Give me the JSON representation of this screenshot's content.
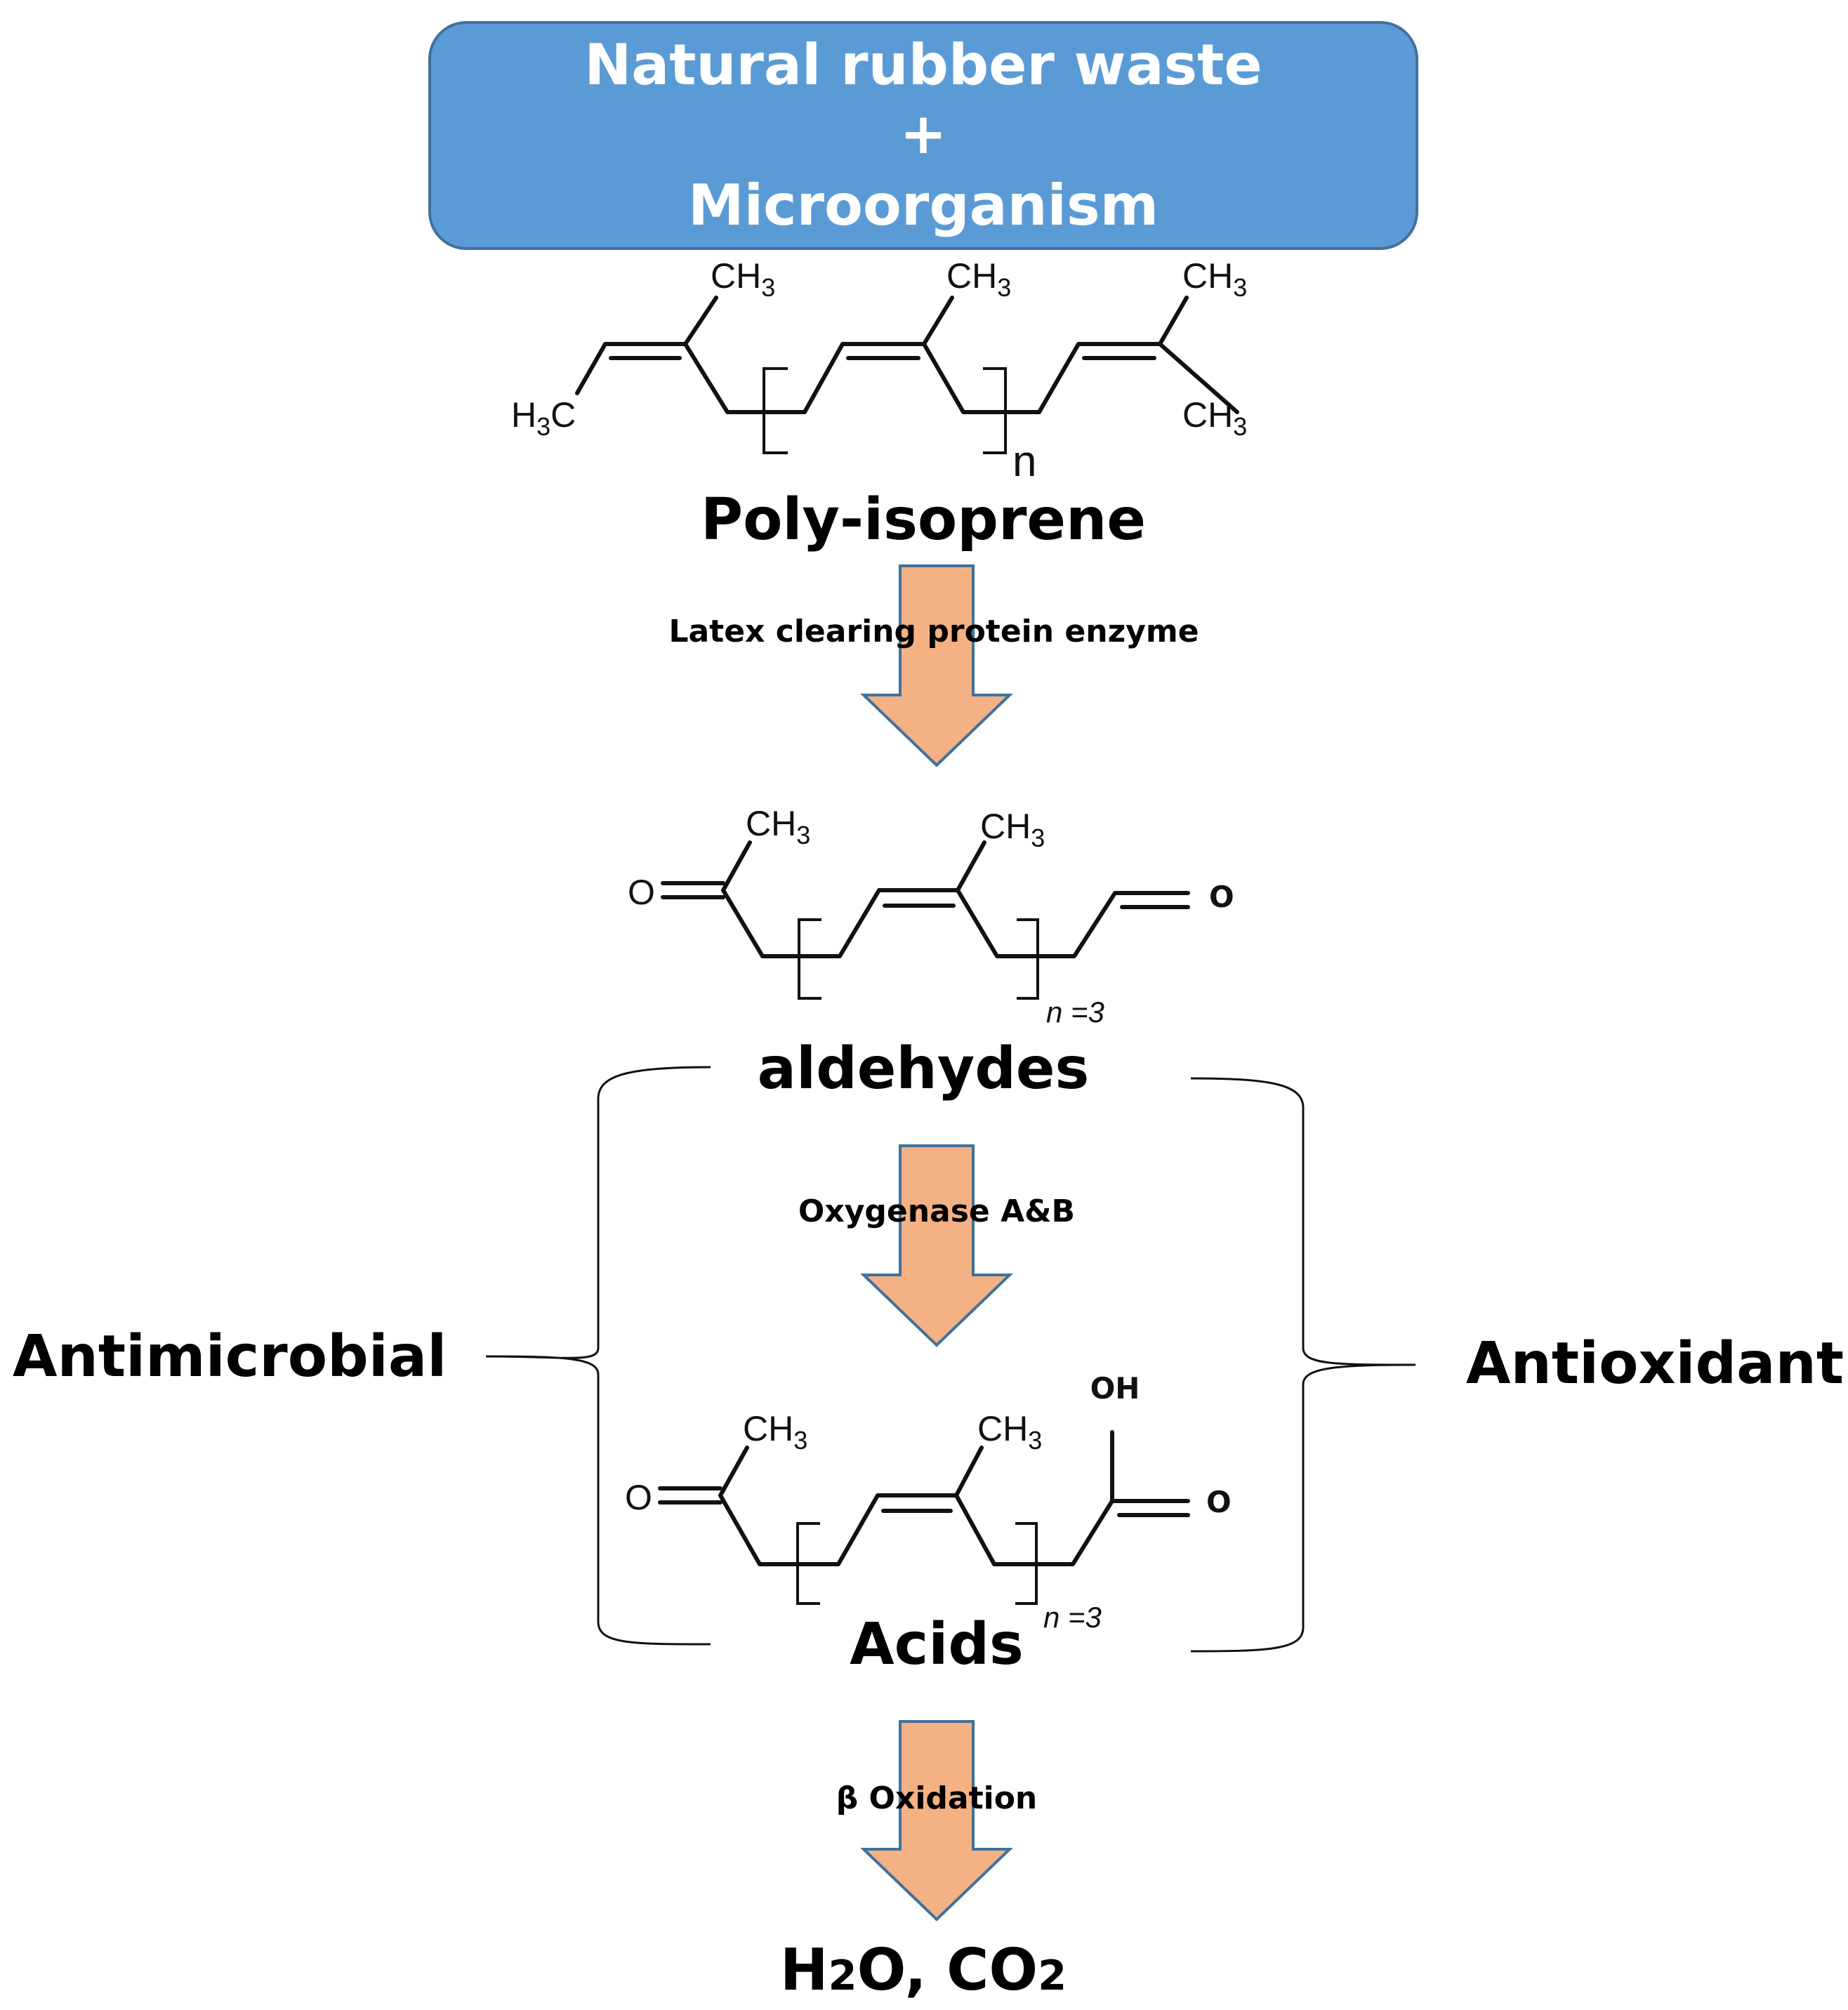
{
  "colors": {
    "box_fill": "#5B9BD5",
    "box_stroke": "#41719C",
    "arrow_fill": "#F4B183",
    "arrow_stroke": "#41719C",
    "ink": "#111111"
  },
  "start_box": {
    "line1": "Natural rubber waste",
    "line2": "+",
    "line3": "Microorganism"
  },
  "polyisoprene": {
    "methyl_1": "CH3",
    "methyl_2": "CH3",
    "methyl_3": "CH3",
    "methyl_4": "CH3",
    "end_group": "H3C",
    "repeat": "n",
    "name": "Poly-isoprene"
  },
  "step1": {
    "enzyme": "Latex clearing protein enzyme"
  },
  "aldehyde": {
    "oxygen_left": "O",
    "oxygen_right": "O",
    "methyl_1": "CH3",
    "methyl_2": "CH3",
    "repeat": "n =3",
    "name": "aldehydes"
  },
  "step2": {
    "enzyme": "Oxygenase A&B"
  },
  "acid": {
    "oxygen_left": "O",
    "oxygen_right": "O",
    "hydroxyl": "OH",
    "methyl_1": "CH3",
    "methyl_2": "CH3",
    "repeat": "n =3",
    "name": "Acids"
  },
  "step3": {
    "enzyme": "β Oxidation"
  },
  "product": {
    "name": "H2O, CO2"
  },
  "side_labels": {
    "left": "Antimicrobial",
    "right": "Antioxidant"
  }
}
